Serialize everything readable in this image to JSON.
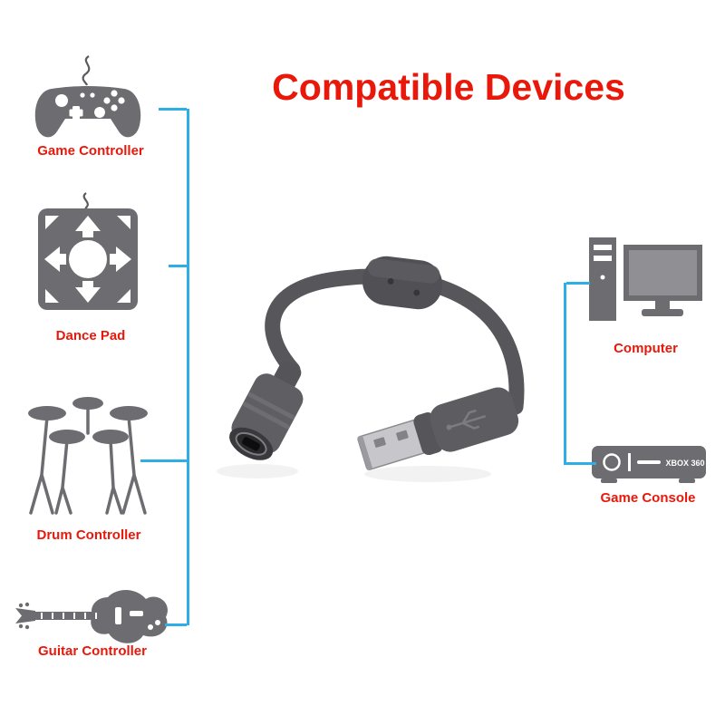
{
  "title": "Compatible Devices",
  "colors": {
    "accent_red": "#e8180b",
    "icon_gray": "#6d6d71",
    "connector_line_blue": "#2eaee6",
    "cable_gray": "#57575b"
  },
  "left_devices": [
    {
      "label": "Game Controller",
      "icon": "game-controller-icon"
    },
    {
      "label": "Dance Pad",
      "icon": "dance-pad-icon"
    },
    {
      "label": "Drum Controller",
      "icon": "drum-controller-icon"
    },
    {
      "label": "Guitar Controller",
      "icon": "guitar-controller-icon"
    }
  ],
  "right_devices": [
    {
      "label": "Computer",
      "icon": "computer-icon"
    },
    {
      "label": "Game Console",
      "icon": "game-console-icon",
      "icon_text": "XBOX 360"
    }
  ],
  "product": {
    "icon": "usb-breakaway-cable-photo"
  }
}
